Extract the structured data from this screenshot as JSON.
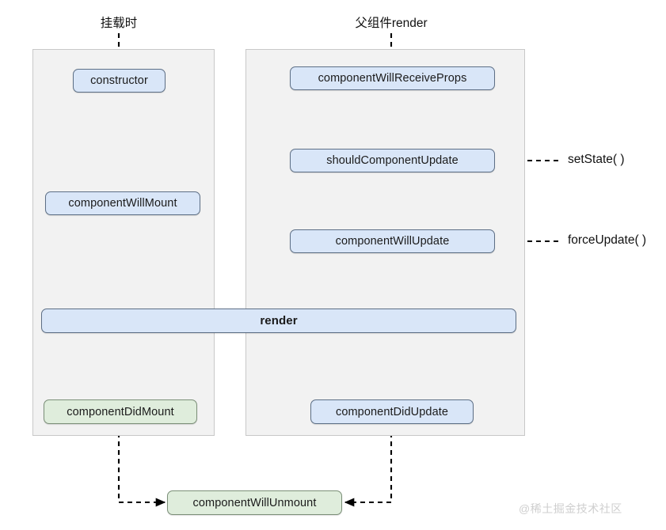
{
  "diagram": {
    "title_mount": "挂载时",
    "title_update": "父组件render",
    "watermark": "@稀土掘金技术社区",
    "colors": {
      "blue_fill": "#d9e6f8",
      "blue_border": "#5d6f86",
      "green_fill": "#dfeddc",
      "green_border": "#7b8f78",
      "panel_fill": "#f2f2f2",
      "panel_border": "#c8c8c8",
      "arrow": "#000000"
    },
    "mount_column": {
      "header": "挂载时",
      "nodes": [
        {
          "label": "constructor",
          "style": "blue"
        },
        {
          "label": "componentWillMount",
          "style": "blue"
        },
        {
          "label": "componentDidMount",
          "style": "green"
        }
      ]
    },
    "update_column": {
      "header": "父组件render",
      "nodes": [
        {
          "label": "componentWillReceiveProps",
          "style": "blue"
        },
        {
          "label": "shouldComponentUpdate",
          "style": "blue"
        },
        {
          "label": "componentWillUpdate",
          "style": "blue"
        },
        {
          "label": "componentDidUpdate",
          "style": "blue"
        }
      ]
    },
    "shared": {
      "render": {
        "label": "render",
        "style": "blue"
      },
      "unmount": {
        "label": "componentWillUnmount",
        "style": "green"
      }
    },
    "triggers": [
      {
        "label": "setState( )",
        "target": "shouldComponentUpdate"
      },
      {
        "label": "forceUpdate( )",
        "target": "componentWillUpdate"
      }
    ]
  }
}
